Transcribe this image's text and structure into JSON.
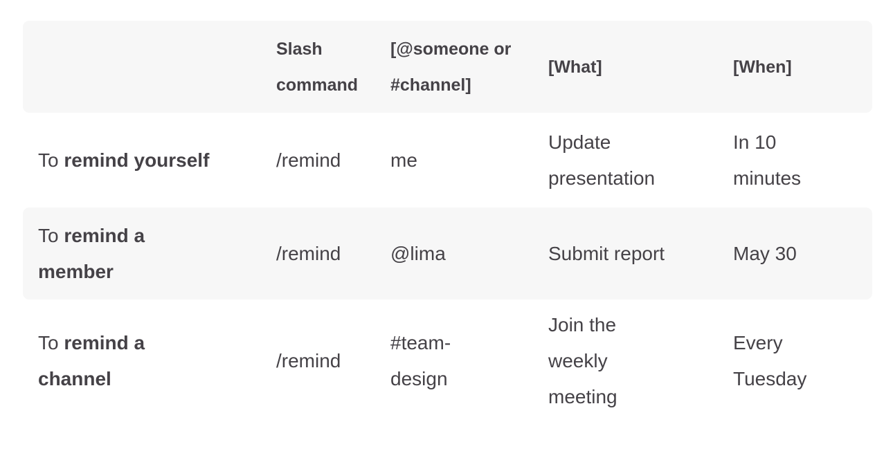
{
  "table": {
    "colors": {
      "page_bg": "#ffffff",
      "stripe_bg": "#f7f7f7",
      "text": "#454247"
    },
    "header": {
      "usage": "",
      "slash_command": "Slash\ncommand",
      "target": "[@someone or\n#channel]",
      "what": "[What]",
      "when": "[When]"
    },
    "rows": [
      {
        "label_prefix": "To ",
        "label_bold": "remind yourself",
        "command": "/remind",
        "target": "me",
        "what": "Update\npresentation",
        "when": "In 10\nminutes"
      },
      {
        "label_prefix": "To ",
        "label_bold": "remind a\nmember",
        "command": "/remind",
        "target": "@lima",
        "what": "Submit report",
        "when": "May 30"
      },
      {
        "label_prefix": "To ",
        "label_bold": "remind a\nchannel",
        "command": "/remind",
        "target": "#team-\ndesign",
        "what": "Join the\nweekly\nmeeting",
        "when": "Every\nTuesday"
      }
    ]
  }
}
